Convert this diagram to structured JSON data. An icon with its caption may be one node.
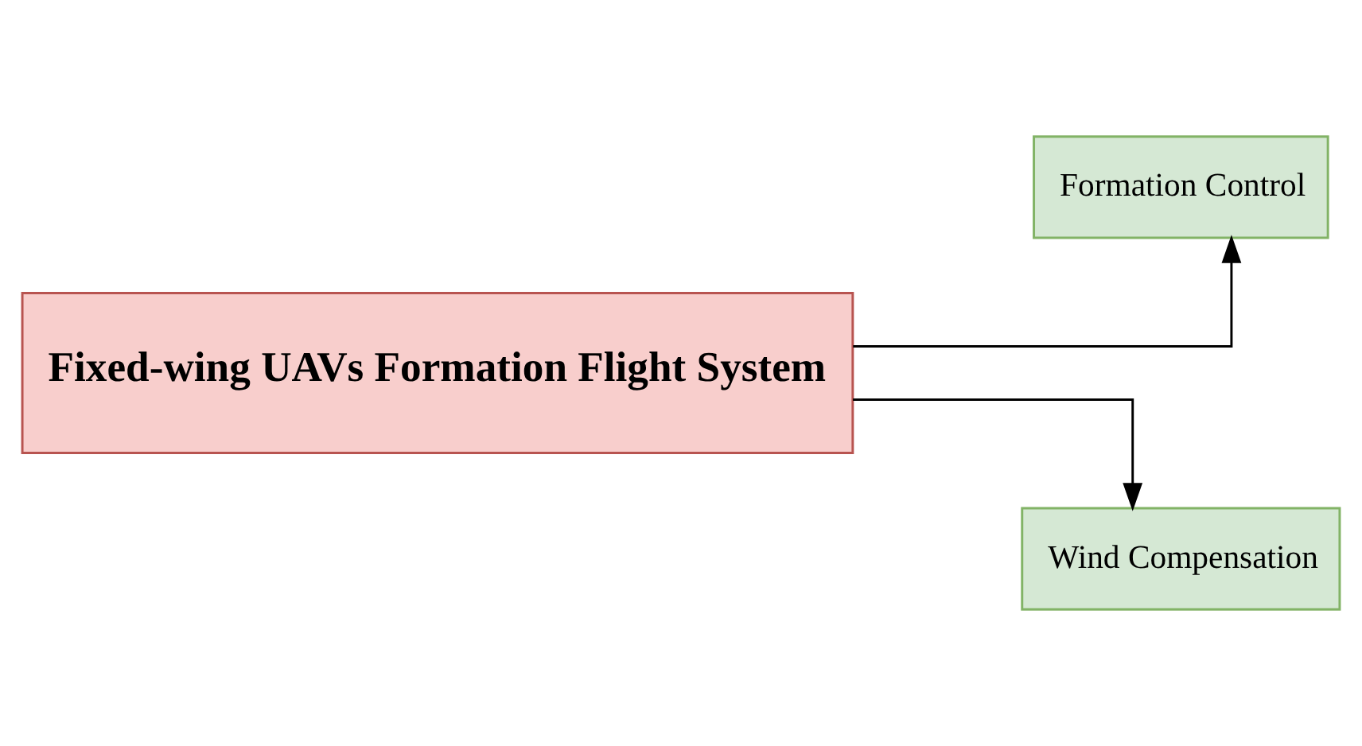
{
  "diagram": {
    "nodes": [
      {
        "text": [
          "Fixed-wing UAVs Formation Flight System"
        ]
      },
      {
        "text": [
          "Formation Control"
        ]
      },
      {
        "text": [
          "Wind Compensation"
        ]
      }
    ],
    "edges": [
      {
        "from": 0,
        "to": 1,
        "arrow": "to"
      },
      {
        "from": 0,
        "to": 2,
        "arrow": "to"
      }
    ]
  }
}
